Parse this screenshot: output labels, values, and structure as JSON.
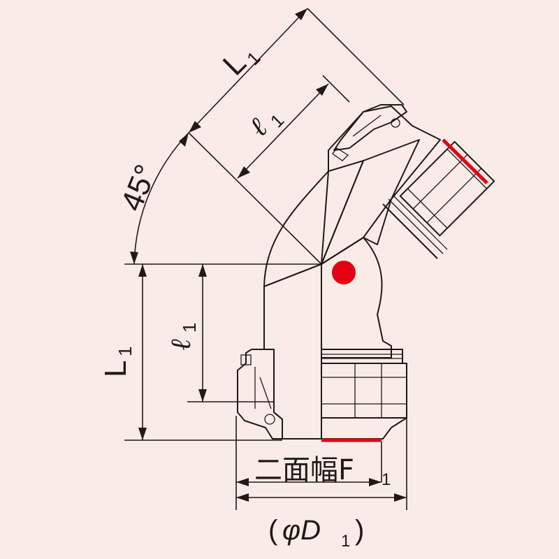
{
  "labels": {
    "l1_diag_letter": "L",
    "l1_diag_sub": "1",
    "ell1_diag_letter": "ℓ",
    "ell1_diag_sub": "1",
    "angle": "45°",
    "l1_vert_letter": "L",
    "l1_vert_sub": "1",
    "ell1_vert_letter": "ℓ",
    "ell1_vert_sub": "1",
    "width_across_flats": "二面幅F",
    "width_across_flats_sub": "1",
    "diameter_open": "(",
    "diameter_symbol": "φD",
    "diameter_sub": "1",
    "diameter_close": ")"
  },
  "colors": {
    "background": "#f9ece7",
    "line": "#231815",
    "accent_red": "#e60012",
    "body_gray": "#d4d4d4",
    "body_light": "#ffffff"
  }
}
